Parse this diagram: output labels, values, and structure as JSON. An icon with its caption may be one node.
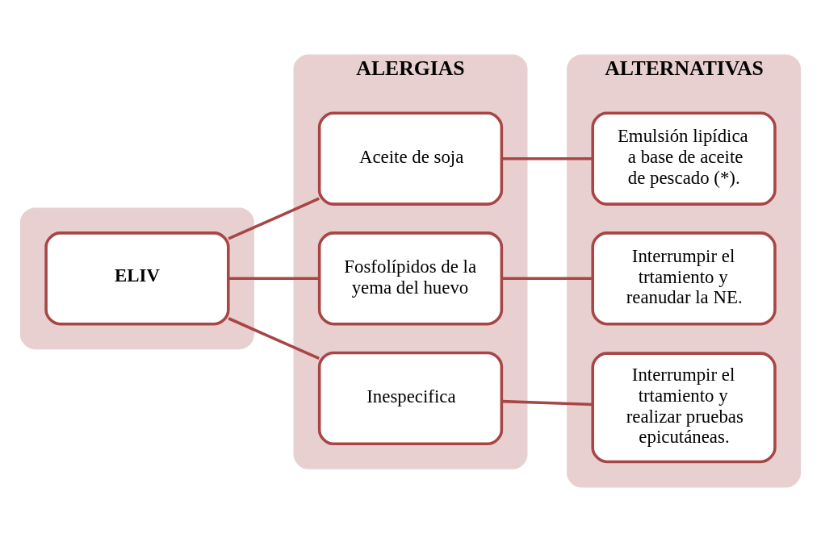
{
  "diagram": {
    "nodes": [
      {
        "text": [],
        "shape": "box"
      },
      {
        "text": [
          "ELIV"
        ],
        "in": 0
      },
      {
        "text": [
          "ALERGIAS"
        ]
      },
      {
        "text": [
          "Aceite de soja"
        ],
        "in": 2
      },
      {
        "text": [
          "Fosfolípidos de la yema del huevo"
        ],
        "in": 2
      },
      {
        "text": [
          "Inespecifica"
        ],
        "in": 2
      },
      {
        "text": [
          "ALTERNATIVAS"
        ]
      },
      {
        "text": [
          "Emulsión lipídica a base de aceite de pescado (*)."
        ],
        "in": 6
      },
      {
        "text": [
          "Interrumpir el trtamiento y reanudar la NE."
        ],
        "in": 6
      },
      {
        "text": [
          "Interrumpir el trtamiento y realizar pruebas epicutáneas."
        ],
        "in": 6
      }
    ],
    "edges": [
      {
        "from": 1,
        "to": 3,
        "arrow": "none"
      },
      {
        "from": 1,
        "to": 4,
        "arrow": "none"
      },
      {
        "from": 1,
        "to": 5,
        "arrow": "none"
      },
      {
        "from": 3,
        "to": 7,
        "arrow": "none"
      },
      {
        "from": 4,
        "to": 8,
        "arrow": "none"
      },
      {
        "from": 5,
        "to": 9,
        "arrow": "none"
      }
    ]
  }
}
